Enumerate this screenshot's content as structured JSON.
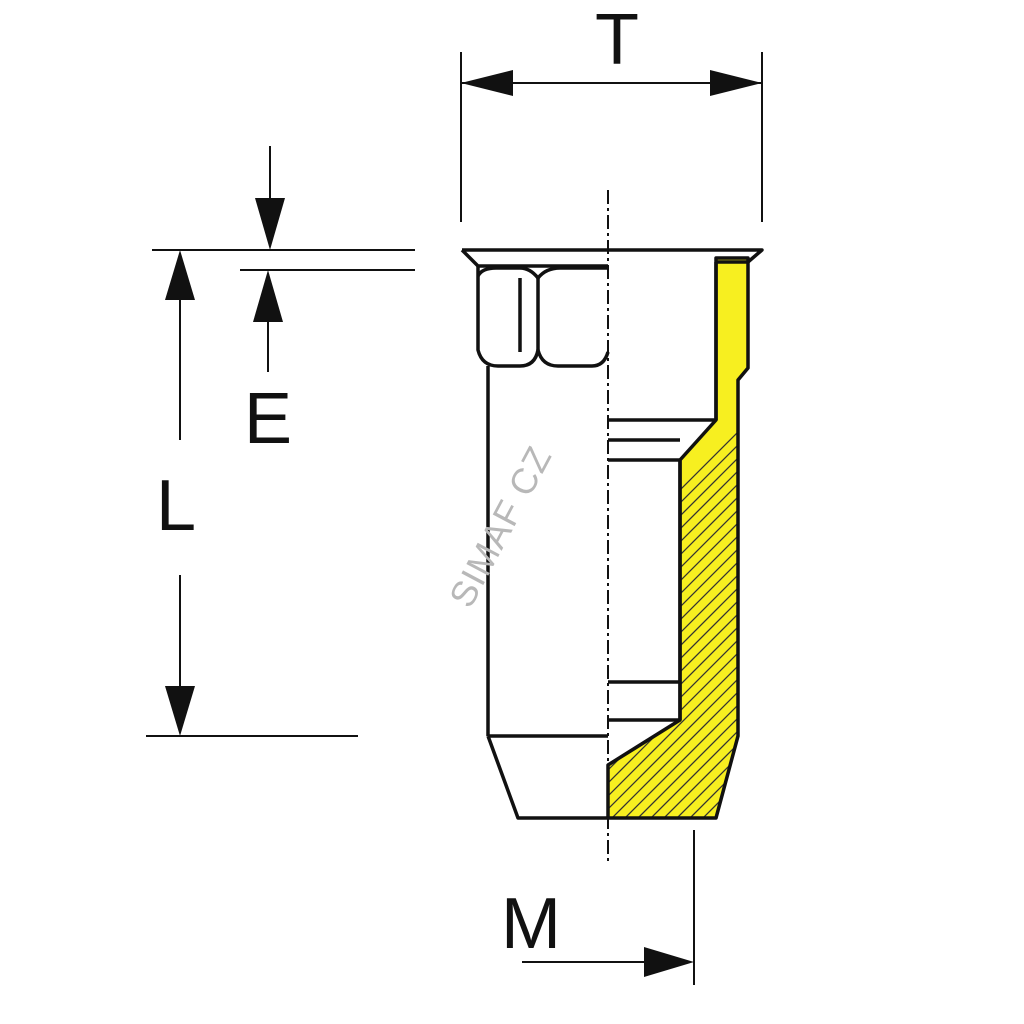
{
  "labels": {
    "T": "T",
    "E": "E",
    "L": "L",
    "M": "M"
  },
  "watermark": "SIMAF CZ",
  "colors": {
    "section_fill": "#f7ef20",
    "outline": "#111111",
    "watermark": "#b8b8b8",
    "background": "#ffffff"
  }
}
